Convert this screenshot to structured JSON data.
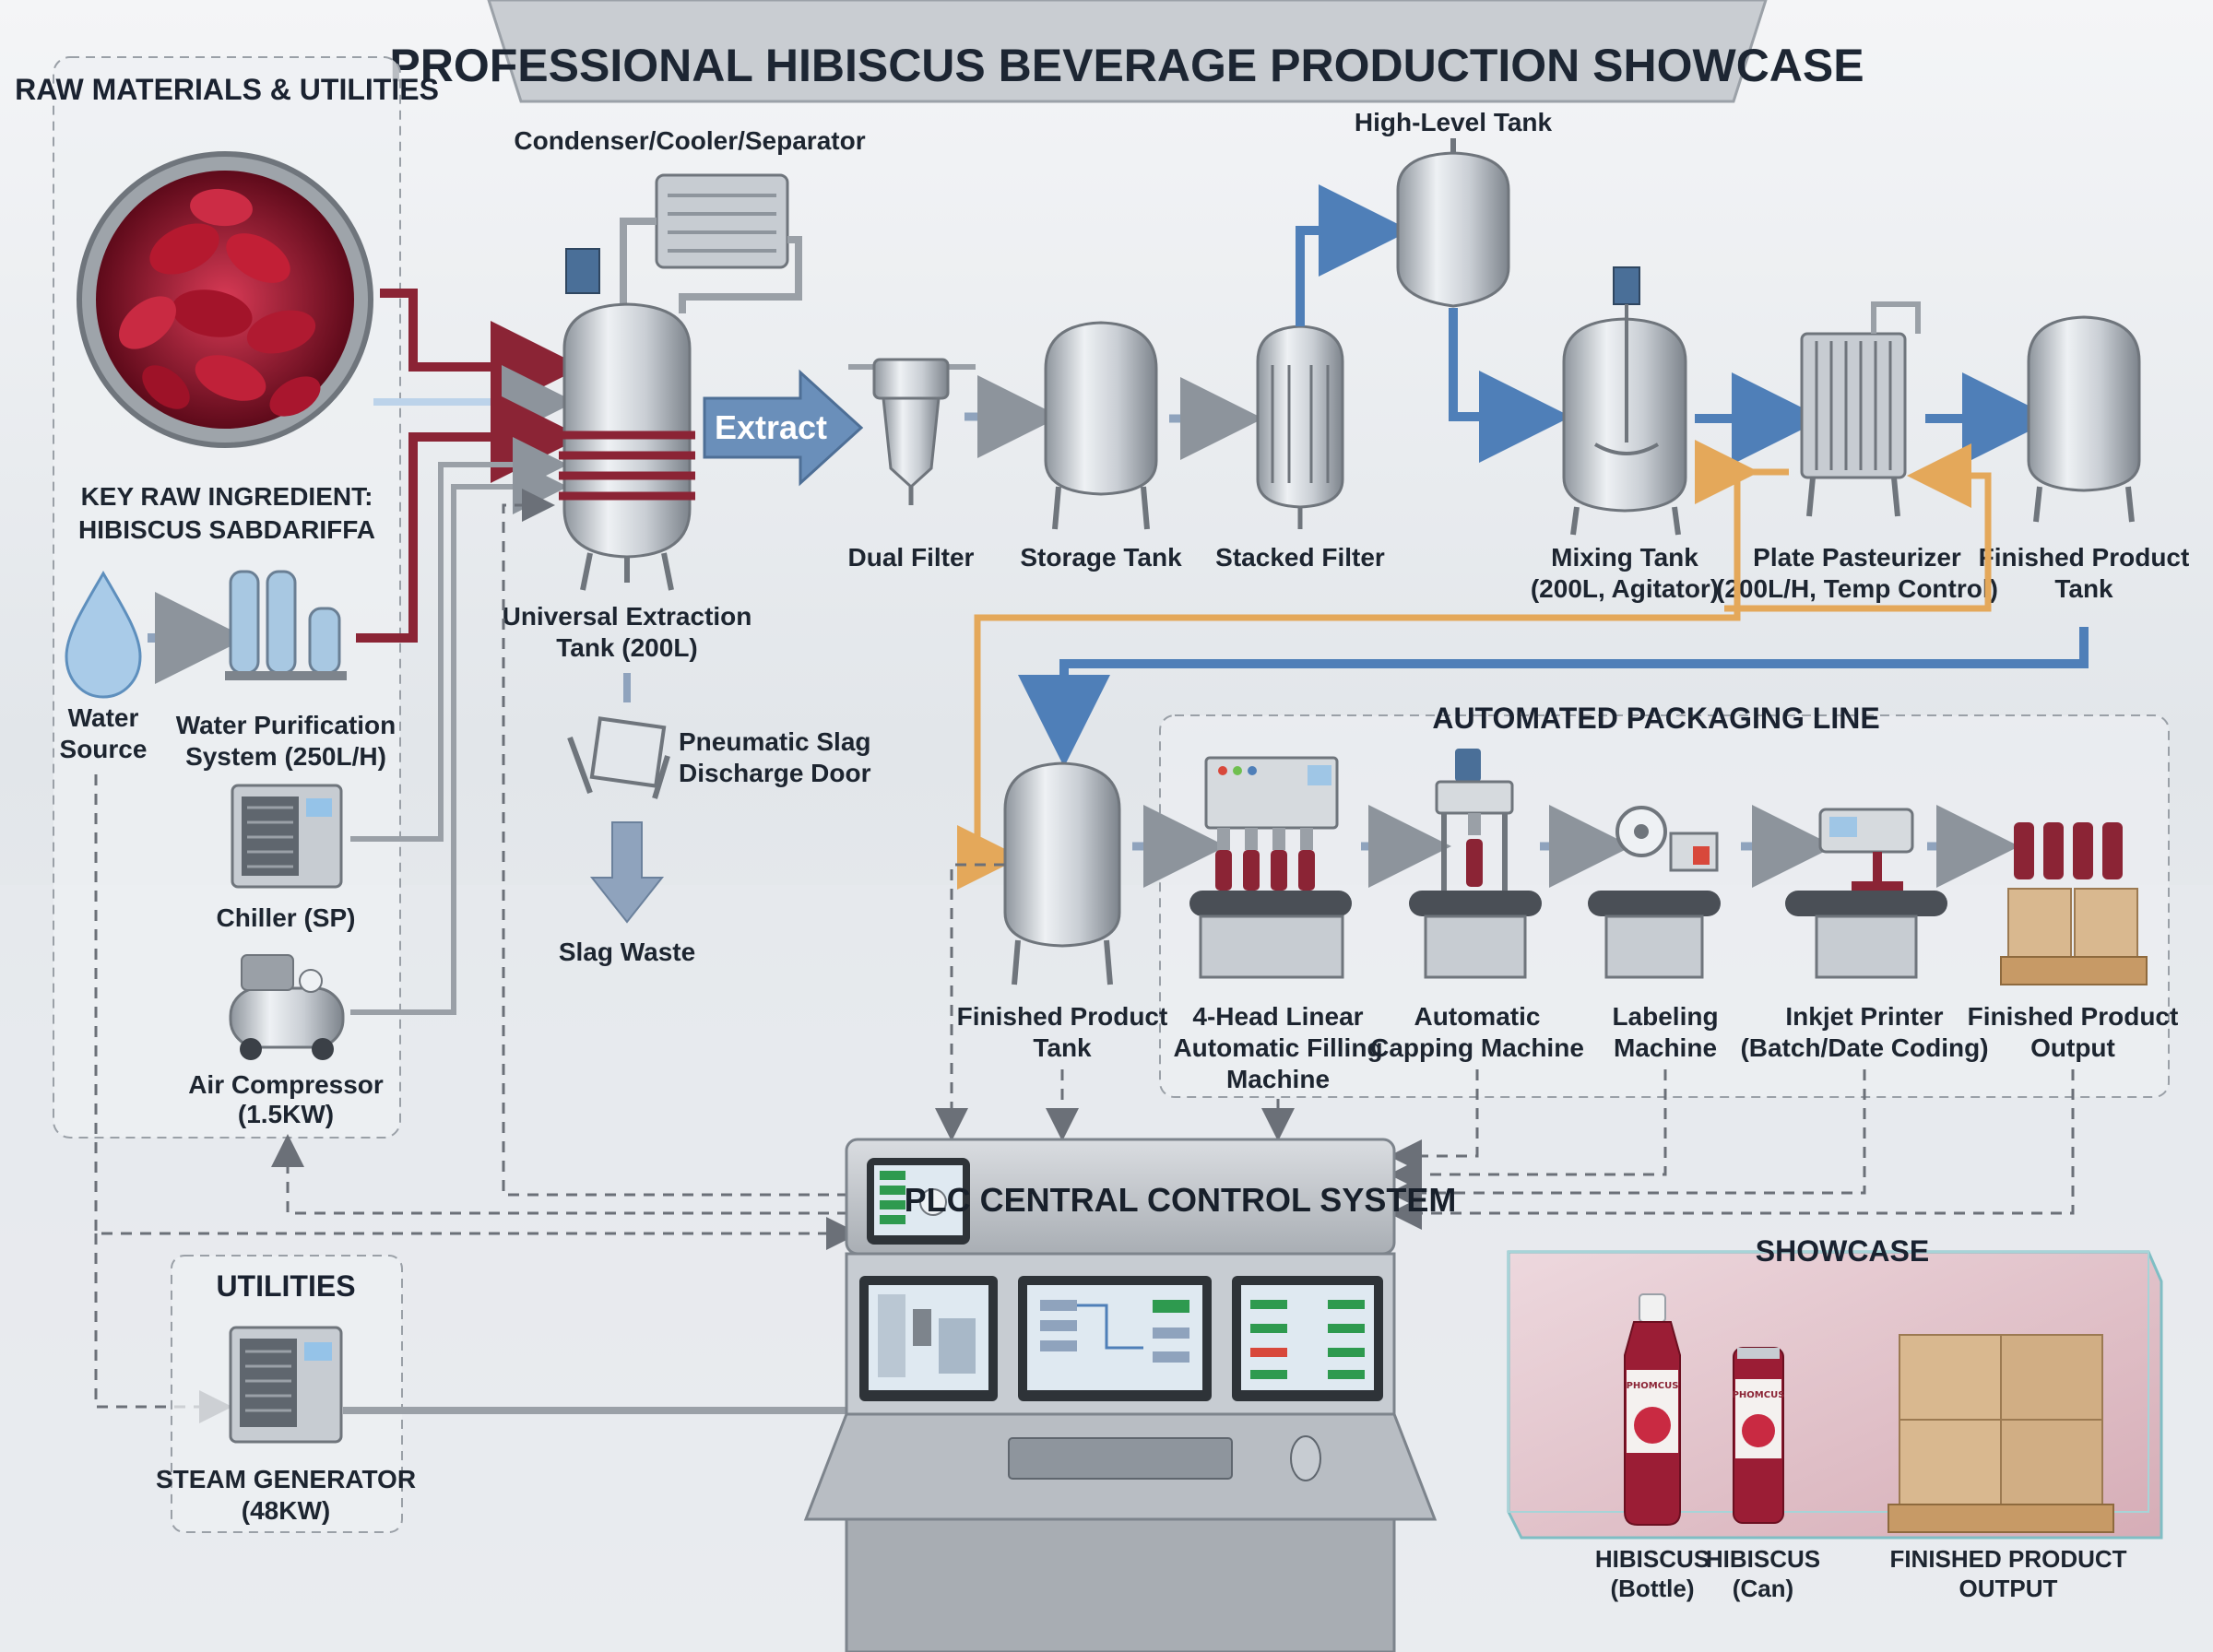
{
  "title": "PROFESSIONAL HIBISCUS BEVERAGE PRODUCTION SHOWCASE",
  "sections": {
    "raw_materials": "RAW MATERIALS & UTILITIES",
    "packaging": "AUTOMATED PACKAGING LINE",
    "utilities": "UTILITIES",
    "showcase": "SHOWCASE",
    "plc": "PLC CENTRAL CONTROL SYSTEM"
  },
  "raw": {
    "key_line1": "KEY RAW INGREDIENT:",
    "key_line2": "HIBISCUS SABDARIFFA",
    "water_line1": "Water",
    "water_line2": "Source",
    "purif_line1": "Water Purification",
    "purif_line2": "System (250L/H)",
    "chiller": "Chiller (SP)",
    "air_line1": "Air Compressor",
    "air_line2": "(1.5KW)"
  },
  "process": {
    "condenser": "Condenser/Cooler/Separator",
    "extraction_line1": "Universal Extraction",
    "extraction_line2": "Tank (200L)",
    "extract_arrow": "Extract",
    "slag_line1": "Pneumatic Slag",
    "slag_line2": "Discharge Door",
    "slag_waste": "Slag Waste",
    "dual_filter": "Dual Filter",
    "storage": "Storage Tank",
    "stacked": "Stacked Filter",
    "highlevel": "High-Level Tank",
    "mixing_line1": "Mixing Tank",
    "mixing_line2": "(200L, Agitator)",
    "plate_line1": "Plate Pasteurizer",
    "plate_line2": "(200L/H, Temp Control)",
    "fp_line1": "Finished Product",
    "fp_line2": "Tank"
  },
  "packaging": {
    "fp2_line1": "Finished Product",
    "fp2_line2": "Tank",
    "filling_line1": "4-Head Linear",
    "filling_line2": "Automatic Filling",
    "filling_line3": "Machine",
    "capping_line1": "Automatic",
    "capping_line2": "Capping Machine",
    "labeling_line1": "Labeling",
    "labeling_line2": "Machine",
    "inkjet_line1": "Inkjet Printer",
    "inkjet_line2": "(Batch/Date Coding)",
    "output_line1": "Finished Product",
    "output_line2": "Output"
  },
  "utilities": {
    "steam_line1": "STEAM GENERATOR",
    "steam_line2": "(48KW)"
  },
  "showcase": {
    "bottle_brand": "PHOMCUS",
    "can_brand": "PHOMCUS",
    "bottle_line1": "HIBISCUS",
    "bottle_line2": "(Bottle)",
    "can_line1": "HIBISCUS",
    "can_line2": "(Can)",
    "output_line1": "FINISHED PRODUCT",
    "output_line2": "OUTPUT"
  },
  "colors": {
    "hot_pipe": "#8b2435",
    "cold_pipe": "#4f7fb8",
    "orange_pipe": "#e4a85a",
    "steel": "#c7ccd2",
    "arrow_grey": "#8fa3bd"
  }
}
